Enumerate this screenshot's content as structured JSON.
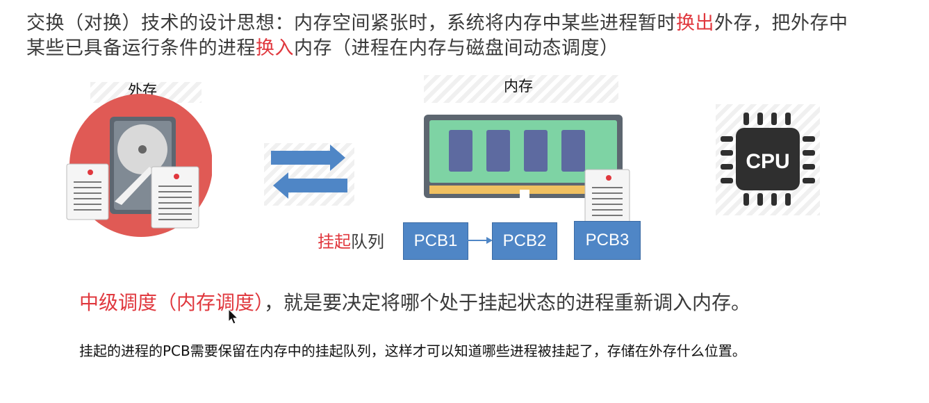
{
  "heading": {
    "line1_a": "交换（对换）技术的设计思想：内存空间紧张时，系统将内存中某些进程暂时",
    "line1_red": "换出",
    "line1_b": "外存，把外存中",
    "line2_a": "某些已具备运行条件的进程",
    "line2_red": "换入",
    "line2_b": "内存（进程在内存与磁盘间动态调度）"
  },
  "labels": {
    "disk": "外存",
    "memory": "内存",
    "cpu": "CPU"
  },
  "queue": {
    "label_red": "挂起",
    "label_rest": "队列",
    "items": [
      "PCB1",
      "PCB2",
      "PCB3"
    ]
  },
  "middle": {
    "red": "中级调度（内存调度）",
    "rest": "，就是要决定将哪个处于挂起状态的进程重新调入内存。"
  },
  "note": "挂起的进程的PCB需要保留在内存中的挂起队列，这样才可以知道哪些进程被挂起了，存储在外存什么位置。",
  "colors": {
    "accent_red": "#e0383e",
    "pcb_blue": "#4f86c6",
    "arrow_blue": "#4f86c6",
    "disk_circle": "#e05a55",
    "ram_green": "#7ed3a4",
    "cpu_dark": "#2f2f2f"
  },
  "icons": {
    "disk": "hard-disk-icon",
    "memory": "ram-module-icon",
    "cpu": "cpu-chip-icon",
    "document": "document-icon",
    "swap": "swap-arrows-icon",
    "cursor": "mouse-cursor-icon"
  }
}
